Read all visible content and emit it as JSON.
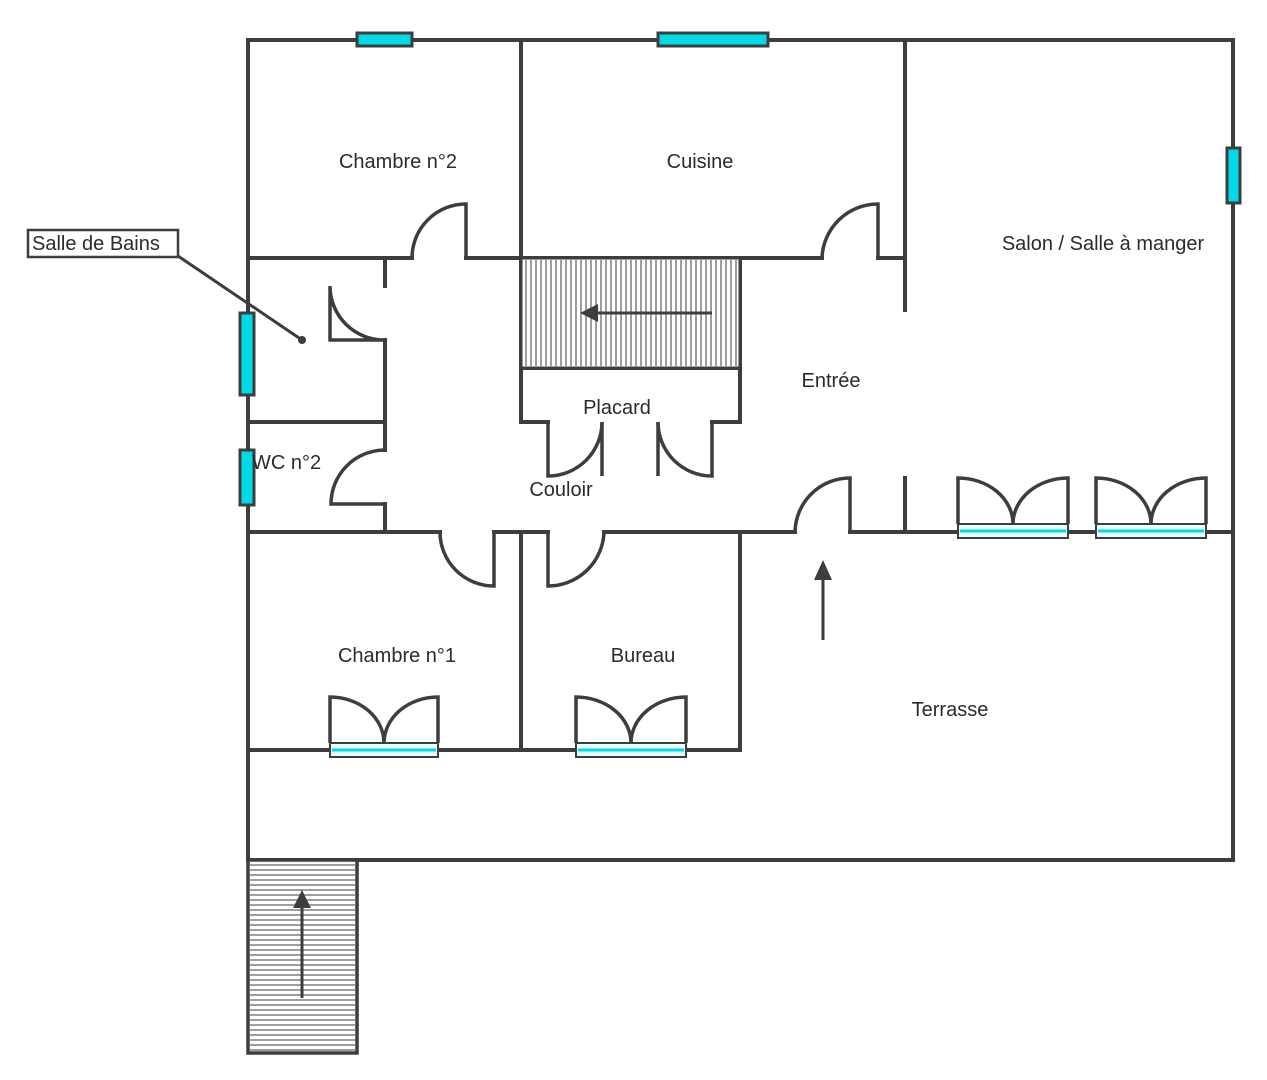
{
  "rooms": {
    "chambre2": "Chambre n°2",
    "cuisine": "Cuisine",
    "salon": "Salon / Salle à manger",
    "salle_de_bains": "Salle de Bains",
    "entree": "Entrée",
    "placard": "Placard",
    "wc2": "WC n°2",
    "couloir": "Couloir",
    "chambre1": "Chambre n°1",
    "bureau": "Bureau",
    "terrasse": "Terrasse"
  },
  "colors": {
    "wall": "#3d3d3d",
    "window": "#00d9e6",
    "text": "#2b2b2b"
  }
}
